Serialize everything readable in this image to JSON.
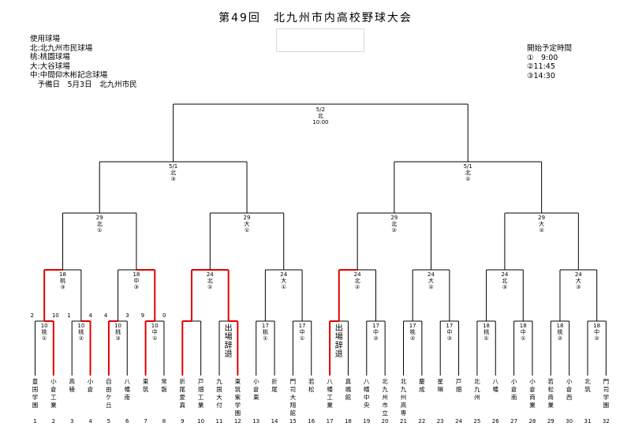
{
  "title": "第49回　北九州市内高校野球大会",
  "venues": {
    "heading": "使用球場",
    "lines": [
      "北:北九州市民球場",
      "桃:桃園球場",
      "大:大谷球場",
      "中:中間仰木彬記念球場",
      "　予備日　5月3日　北九州市民"
    ]
  },
  "schedule": {
    "heading": "開始予定時間",
    "lines": [
      "①　9:00",
      "②11:45",
      "③14:30"
    ]
  },
  "colors": {
    "winner_path": "#e00000",
    "line": "#000000"
  },
  "final": {
    "date": "5/2",
    "venue": "北",
    "time": "10:00"
  },
  "semifinals": [
    {
      "date": "5/1",
      "venue": "北",
      "slot": "③"
    },
    {
      "date": "5/1",
      "venue": "北",
      "slot": "②"
    }
  ],
  "quarterfinals": [
    {
      "date": "29",
      "venue": "北",
      "slot": "①"
    },
    {
      "date": "29",
      "venue": "大",
      "slot": "①"
    },
    {
      "date": "29",
      "venue": "北",
      "slot": "②"
    },
    {
      "date": "29",
      "venue": "大",
      "slot": "②"
    }
  ],
  "round3": [
    {
      "date": "18",
      "venue": "桃",
      "slot": "③"
    },
    {
      "date": "18",
      "venue": "中",
      "slot": "③"
    },
    {
      "date": "24",
      "venue": "北",
      "slot": "①"
    },
    {
      "date": "24",
      "venue": "大",
      "slot": "①"
    },
    {
      "date": "24",
      "venue": "北",
      "slot": "②"
    },
    {
      "date": "24",
      "venue": "大",
      "slot": "②"
    },
    {
      "date": "24",
      "venue": "北",
      "slot": "③"
    },
    {
      "date": "24",
      "venue": "大",
      "slot": "③"
    }
  ],
  "round2": [
    {
      "date": "10",
      "venue": "桃",
      "slot": "①"
    },
    {
      "date": "10",
      "venue": "桃",
      "slot": "②"
    },
    {
      "date": "10",
      "venue": "桃",
      "slot": "③"
    },
    {
      "date": "10",
      "venue": "中",
      "slot": "①"
    },
    {
      "date": "",
      "venue": "",
      "slot": ""
    },
    {
      "date": "",
      "venue": "",
      "slot": ""
    },
    {
      "date": "17",
      "venue": "桃",
      "slot": "①"
    },
    {
      "date": "17",
      "venue": "中",
      "slot": "①"
    },
    {
      "date": "",
      "venue": "",
      "slot": ""
    },
    {
      "date": "17",
      "venue": "中",
      "slot": "②"
    },
    {
      "date": "17",
      "venue": "桃",
      "slot": "②"
    },
    {
      "date": "17",
      "venue": "中",
      "slot": "③"
    },
    {
      "date": "18",
      "venue": "桃",
      "slot": "①"
    },
    {
      "date": "18",
      "venue": "中",
      "slot": "①"
    },
    {
      "date": "18",
      "venue": "桃",
      "slot": "②"
    },
    {
      "date": "18",
      "venue": "中",
      "slot": "②"
    }
  ],
  "scores": [
    {
      "team": 1,
      "value": "2"
    },
    {
      "team": 2,
      "value": "10"
    },
    {
      "team": 3,
      "value": "1"
    },
    {
      "team": 4,
      "value": "4"
    },
    {
      "team": 5,
      "value": "4"
    },
    {
      "team": 6,
      "value": "3"
    },
    {
      "team": 7,
      "value": "9"
    },
    {
      "team": 8,
      "value": "0"
    }
  ],
  "forfeit_label": "出場辞退",
  "teams": [
    "豊国学園",
    "小倉工業",
    "高稜",
    "小倉",
    "自由ケ丘",
    "八幡南",
    "東筑",
    "常磐",
    "折尾愛真",
    "戸畑工業",
    "九国大付",
    "東筑紫学園",
    "小倉東",
    "折尾",
    "門司大翔館",
    "若松",
    "八幡工業",
    "真颯館",
    "八幡中央",
    "北九州市立",
    "北九州高専",
    "慶成",
    "星琳",
    "戸畑",
    "北九州",
    "八幡",
    "小倉南",
    "小倉商業",
    "若松商業",
    "小倉西",
    "北筑",
    "門司学園"
  ],
  "team_numbers": [
    "1",
    "2",
    "3",
    "4",
    "5",
    "6",
    "7",
    "8",
    "9",
    "10",
    "11",
    "12",
    "13",
    "14",
    "15",
    "16",
    "17",
    "18",
    "19",
    "20",
    "21",
    "22",
    "23",
    "24",
    "25",
    "26",
    "27",
    "28",
    "29",
    "30",
    "31",
    "32"
  ]
}
